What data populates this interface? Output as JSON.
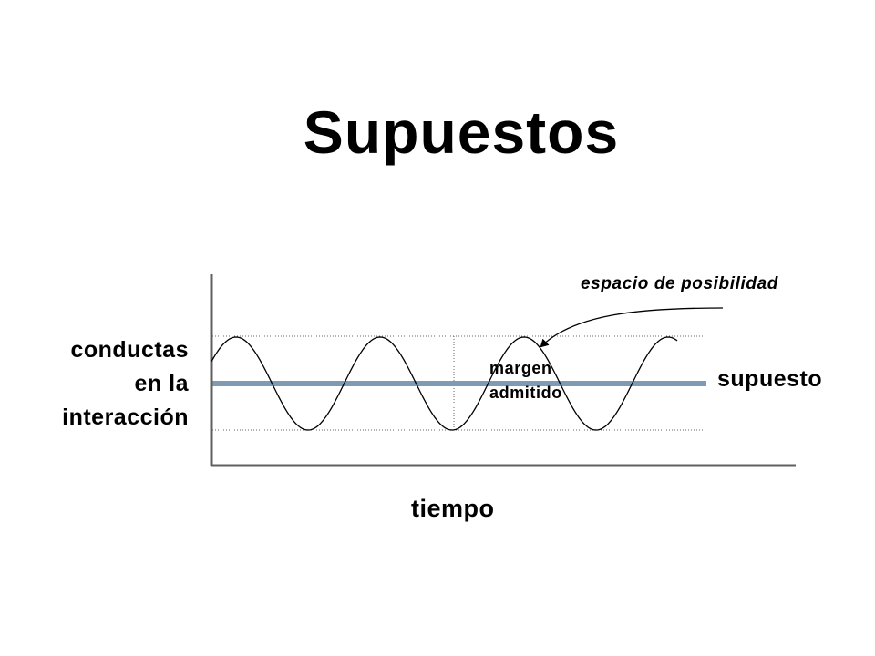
{
  "slide": {
    "title": "Supuestos"
  },
  "diagram": {
    "y_axis_label_lines": [
      "conductas",
      "en la",
      "interacción"
    ],
    "x_axis_label": "tiempo",
    "baseline_label": "supuesto",
    "range_label_lines": [
      "margen",
      "admitido"
    ],
    "arrow_label": "espacio de posibilidad",
    "colors": {
      "baseline": "#7e9bb5",
      "axes": "#606060",
      "wave": "#000000",
      "dotted_bounds": "#666666",
      "text": "#000000"
    }
  }
}
